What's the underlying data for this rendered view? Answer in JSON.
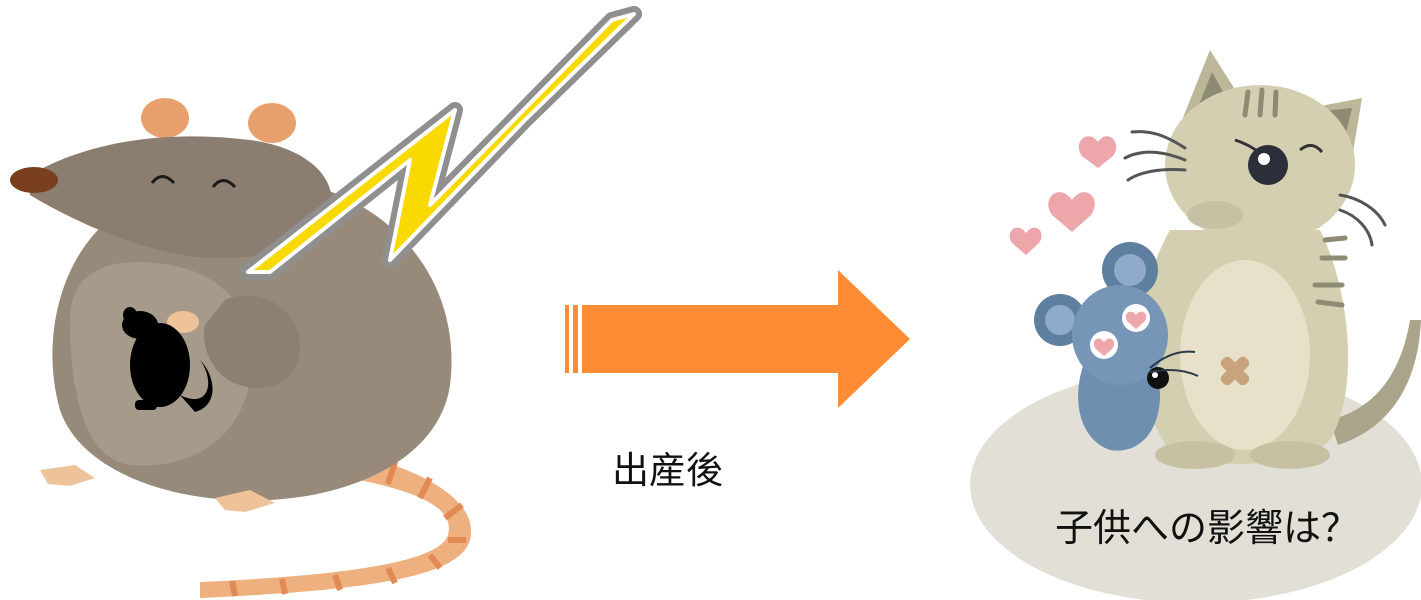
{
  "labels": {
    "after_birth": "出産後",
    "question": "子供への影響は？"
  },
  "colors": {
    "mouse_body": "#978A7A",
    "mouse_head": "#8B7E70",
    "mouse_ear": "#E8A06E",
    "mouse_paw": "#EFC39A",
    "mouse_tail": "#EDB07E",
    "mouse_tail_stripe": "#E28A55",
    "lightning_fill": "#F8DA00",
    "lightning_outline": "#8F8F8F",
    "arrow": "#FD8C35",
    "cat_body": "#D5CFB1",
    "cat_shade": "#A9A48A",
    "cat_stripe": "#8E8B74",
    "ellipse": "#E2E0D6",
    "heart": "#EDA6A9",
    "blue_mouse": "#6F8FB0"
  },
  "icons": {
    "pregnant_mouse": "pregnant-mouse-illustration",
    "fetus": "fetus-mouse-silhouette-icon",
    "lightning": "lightning-bolt-icon",
    "arrow": "right-arrow-icon",
    "cat": "cat-illustration",
    "baby_mouse": "baby-mouse-illustration",
    "hearts": "heart-icon"
  }
}
